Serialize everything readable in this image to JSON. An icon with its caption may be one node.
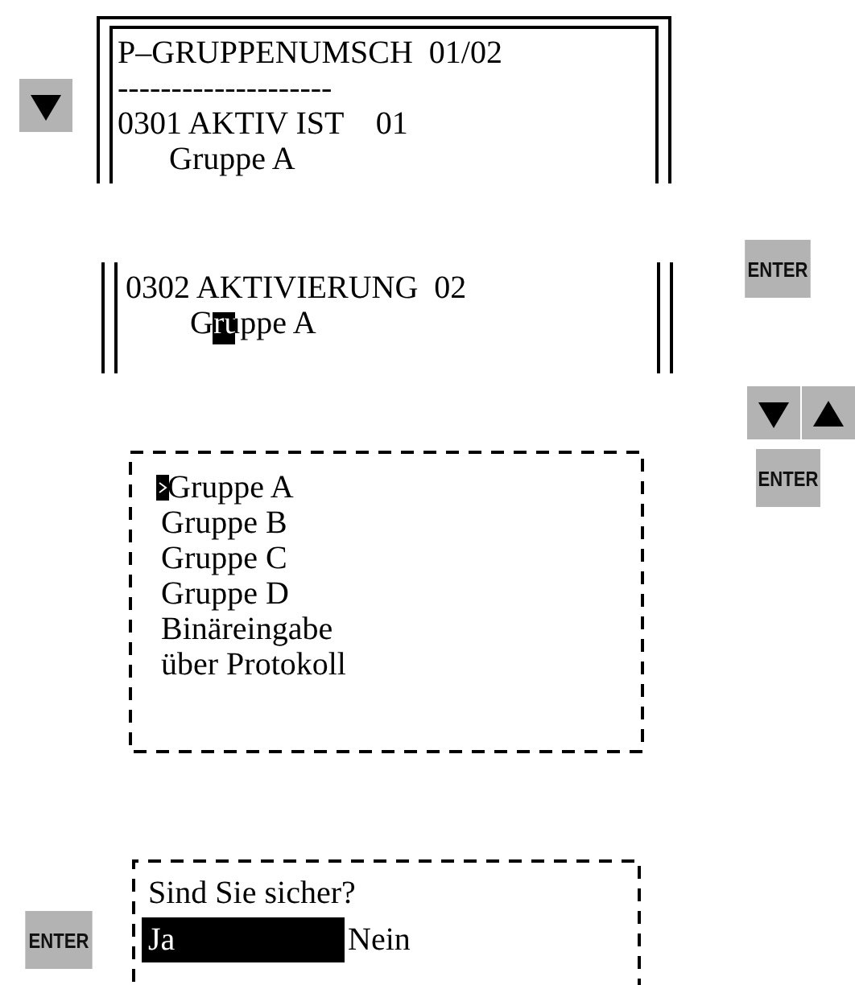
{
  "diagram": {
    "nodes": [
      {
        "text": [
          "P–GRUPPENUMSCH  01/02",
          "--------------------",
          "0301 AKTIV IST    01",
          "Gruppe A"
        ]
      },
      {
        "text": [
          "0302 AKTIVIERUNG  02",
          "Gruppe A"
        ]
      },
      {
        "text": [
          "Gruppe A",
          "Gruppe B",
          "Gruppe C",
          "Gruppe D",
          "Binäreingabe",
          "über Protokoll"
        ]
      },
      {
        "text": [
          "Sind Sie sicher?",
          "Ja",
          "Nein"
        ]
      }
    ],
    "labels": [
      "ENTER",
      "ENTER",
      "ENTER"
    ]
  }
}
